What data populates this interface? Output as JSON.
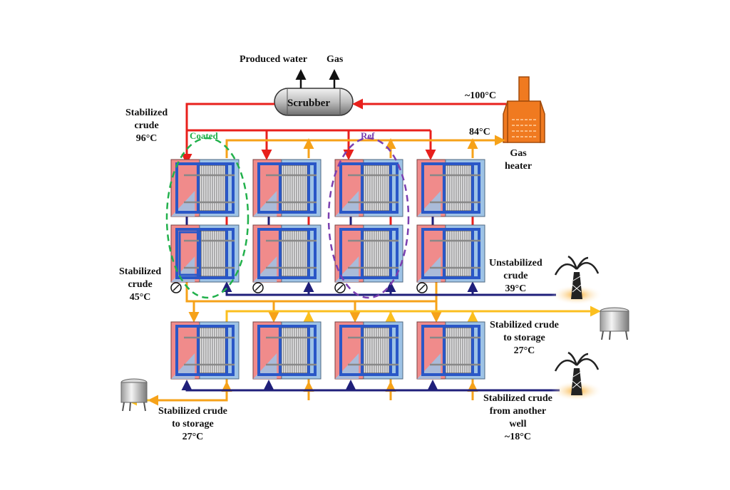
{
  "scrubber": {
    "label": "Scrubber"
  },
  "outlets": {
    "produced_water": "Produced water",
    "gas": "Gas"
  },
  "gas_heater": {
    "temp": "~100°C",
    "outlet_temp": "84°C",
    "label_line1": "Gas",
    "label_line2": "heater"
  },
  "labels": {
    "stab_crude_96": [
      "Stabilized",
      "crude",
      "96°C"
    ],
    "stab_crude_45": [
      "Stabilized",
      "crude",
      "45°C"
    ],
    "unstab_crude_39": [
      "Unstabilized",
      "crude",
      "39°C"
    ],
    "storage_right": [
      "Stabilized crude",
      "to storage",
      "27°C"
    ],
    "another_well": [
      "Stabilized crude",
      "from another",
      "well",
      "~18°C"
    ],
    "storage_left": [
      "Stabilized crude",
      "to storage",
      "27°C"
    ]
  },
  "groups": {
    "coated": "Coated",
    "ref": "Ref"
  },
  "colors": {
    "hot": "#e8201c",
    "warm": "#f6a219",
    "cold": "#1f1f7a",
    "stabilized": "#fbbf1f",
    "green_group": "#22b14c",
    "purple_group": "#7b3fb0",
    "hx_red": "#f08b8b",
    "hx_blue": "#9ec3e6",
    "hx_frame": "#2a57c7",
    "heater": "#f07a20"
  }
}
